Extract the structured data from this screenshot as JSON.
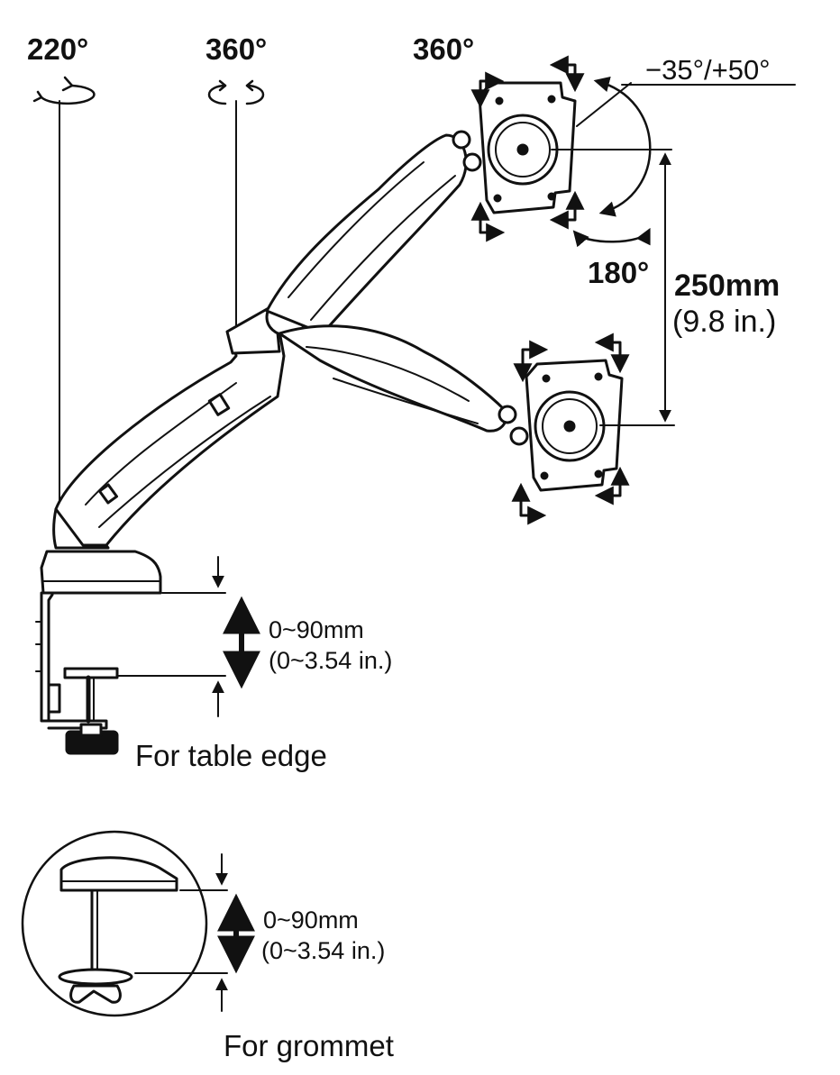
{
  "rotations": {
    "base": "220°",
    "arm_joint": "360°",
    "vesa_plate": "360°"
  },
  "tilt_range": "−35°/+50°",
  "swivel": "180°",
  "height_adjust": {
    "mm": "250mm",
    "in": "(9.8 in.)"
  },
  "table_edge": {
    "range_mm": "0~90mm",
    "range_in": "(0~3.54 in.)",
    "caption": "For table edge"
  },
  "grommet": {
    "range_mm": "0~90mm",
    "range_in": "(0~3.54 in.)",
    "caption": "For grommet"
  },
  "colors": {
    "ink": "#111111",
    "background": "#ffffff"
  }
}
